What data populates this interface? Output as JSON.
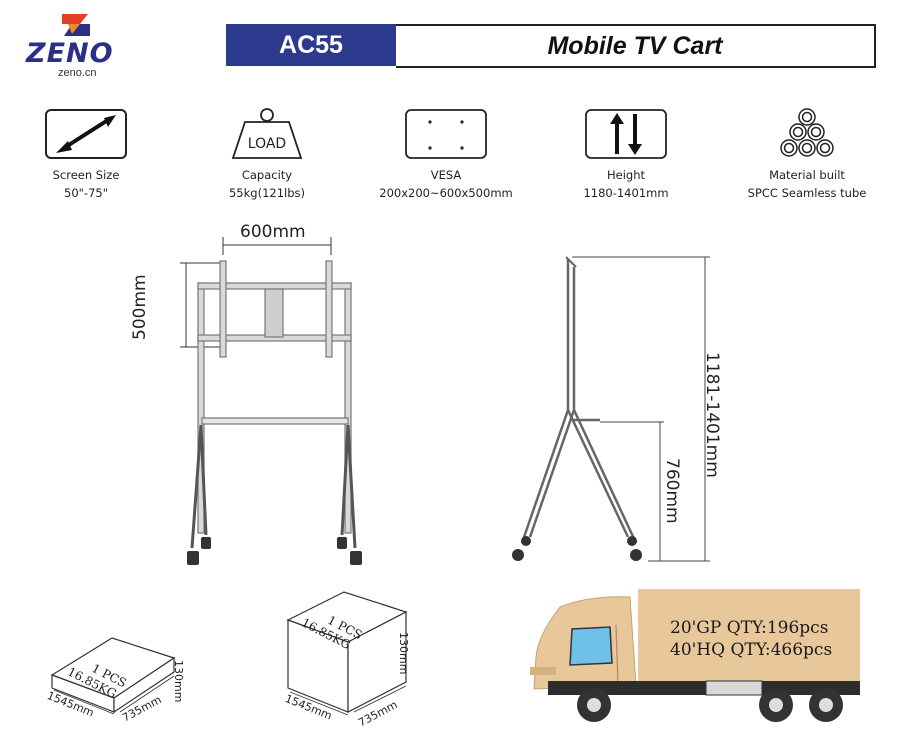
{
  "brand": {
    "name": "ZENO",
    "url": "zeno.cn"
  },
  "header": {
    "model": "AC55",
    "title": "Mobile TV Cart"
  },
  "specs": [
    {
      "icon": "diagonal-arrow-icon",
      "label": "Screen Size",
      "value": "50\"-75\""
    },
    {
      "icon": "weight-icon",
      "icon_text": "LOAD",
      "label": "Capacity",
      "value": "55kg(121lbs)"
    },
    {
      "icon": "vesa-holes-icon",
      "label": "VESA",
      "value": "200x200~600x500mm"
    },
    {
      "icon": "height-arrows-icon",
      "label": "Height",
      "value": "1180-1401mm"
    },
    {
      "icon": "tube-stack-icon",
      "label": "Material built",
      "value": "SPCC Seamless tube"
    }
  ],
  "front_view": {
    "width_dim": "600mm",
    "height_dim": "500mm"
  },
  "side_view": {
    "total_height_dim": "1181-1401mm",
    "shelf_height_dim": "760mm"
  },
  "packages": [
    {
      "qty": "1 PCS",
      "weight": "16.85KG",
      "length": "1545mm",
      "width": "735mm",
      "height": "130mm"
    },
    {
      "qty": "1 PCS",
      "weight": "16.85KG",
      "length": "1545mm",
      "width": "735mm",
      "height": "130mm"
    }
  ],
  "shipping": {
    "gp_qty": "20'GP QTY:196pcs",
    "hq_qty": "40'HQ QTY:466pcs"
  },
  "colors": {
    "brand_blue": "#2b3a8c",
    "truck_cargo": "#e8c79a",
    "frame_gray": "#6e6e6e"
  }
}
